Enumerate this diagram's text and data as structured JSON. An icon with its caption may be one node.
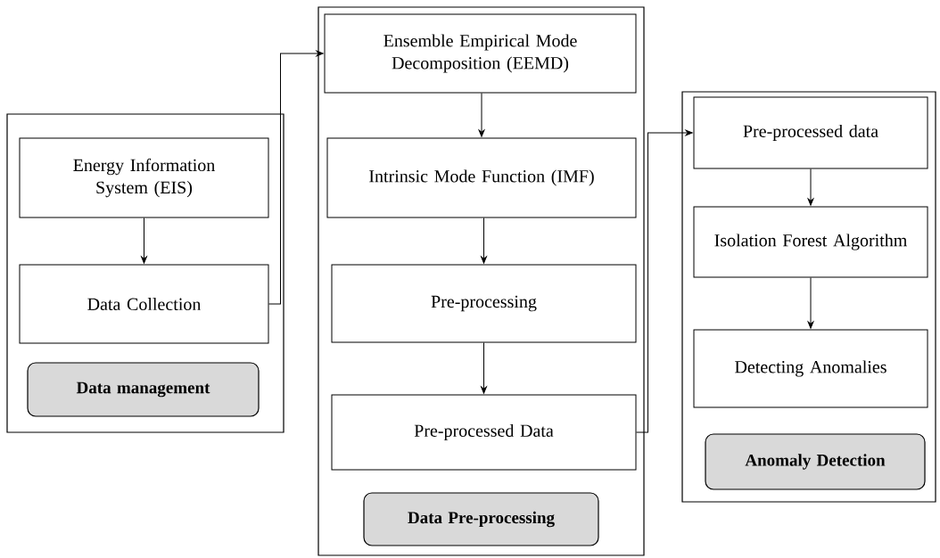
{
  "diagram": {
    "nodes": [
      {
        "text": [],
        "shape": "box"
      },
      {
        "text": [
          "Energy Information System (EIS)"
        ],
        "in": 0
      },
      {
        "text": [
          "Data Collection"
        ],
        "in": 0
      },
      {
        "text": [
          "Data management"
        ],
        "in": 0
      },
      {
        "text": [],
        "shape": "box"
      },
      {
        "text": [
          "Ensemble Empirical Mode Decomposition (EEMD)"
        ],
        "in": 4
      },
      {
        "text": [
          "Intrinsic Mode Function (IMF)"
        ],
        "in": 4
      },
      {
        "text": [
          "Pre-processing"
        ],
        "in": 4
      },
      {
        "text": [
          "Pre-processed Data"
        ],
        "in": 4
      },
      {
        "text": [
          "Data Pre-processing"
        ],
        "in": 4
      },
      {
        "text": [],
        "shape": "box"
      },
      {
        "text": [
          "Pre-processed data"
        ],
        "in": 10
      },
      {
        "text": [
          "Isolation Forest Algorithm"
        ],
        "in": 10
      },
      {
        "text": [
          "Detecting Anomalies"
        ],
        "in": 10
      },
      {
        "text": [
          "Anomaly Detection"
        ],
        "in": 10
      }
    ],
    "edges": [
      {
        "from": 1,
        "to": 2,
        "arrow": "to"
      },
      {
        "from": 2,
        "to": 5,
        "arrow": "to"
      },
      {
        "from": 5,
        "to": 6,
        "arrow": "to"
      },
      {
        "from": 6,
        "to": 7,
        "arrow": "to"
      },
      {
        "from": 7,
        "to": 8,
        "arrow": "to"
      },
      {
        "from": 8,
        "to": 11,
        "arrow": "to"
      },
      {
        "from": 11,
        "to": 12,
        "arrow": "to"
      },
      {
        "from": 12,
        "to": 13,
        "arrow": "to"
      }
    ]
  }
}
